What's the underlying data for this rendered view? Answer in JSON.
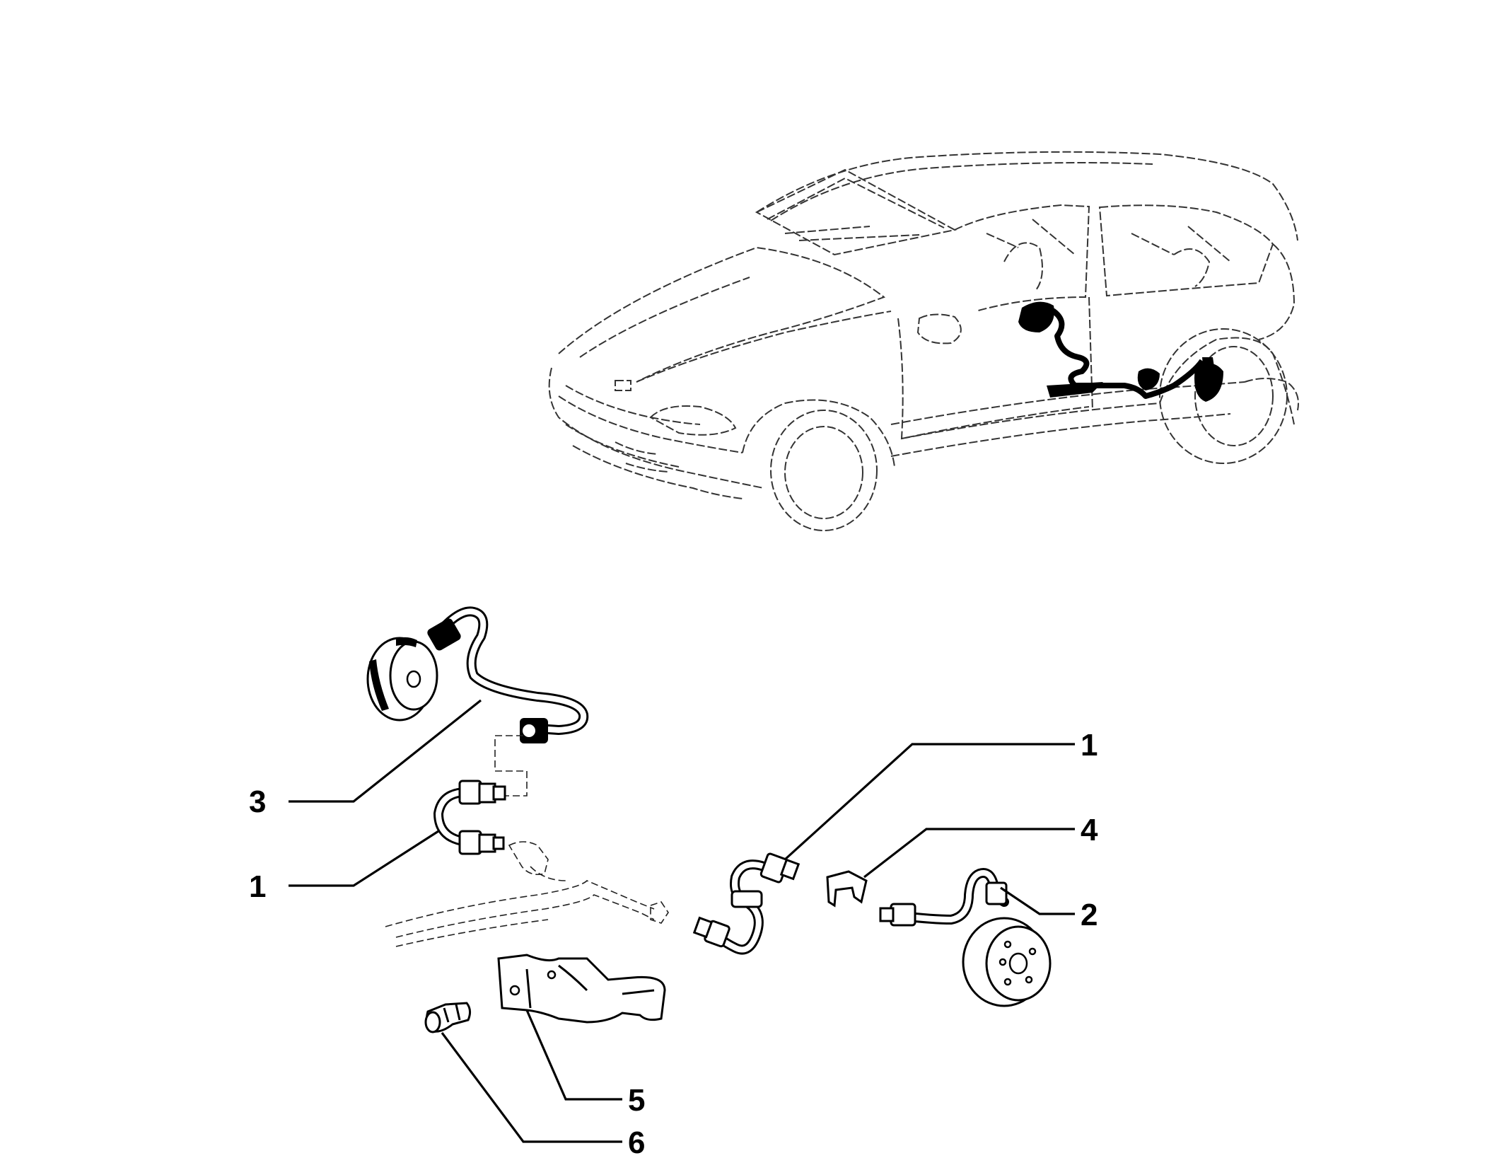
{
  "callouts": [
    {
      "id": "callout-3",
      "text": "3"
    },
    {
      "id": "callout-1-left",
      "text": "1"
    },
    {
      "id": "callout-1-right",
      "text": "1"
    },
    {
      "id": "callout-4",
      "text": "4"
    },
    {
      "id": "callout-2",
      "text": "2"
    },
    {
      "id": "callout-5",
      "text": "5"
    },
    {
      "id": "callout-6",
      "text": "6"
    }
  ]
}
